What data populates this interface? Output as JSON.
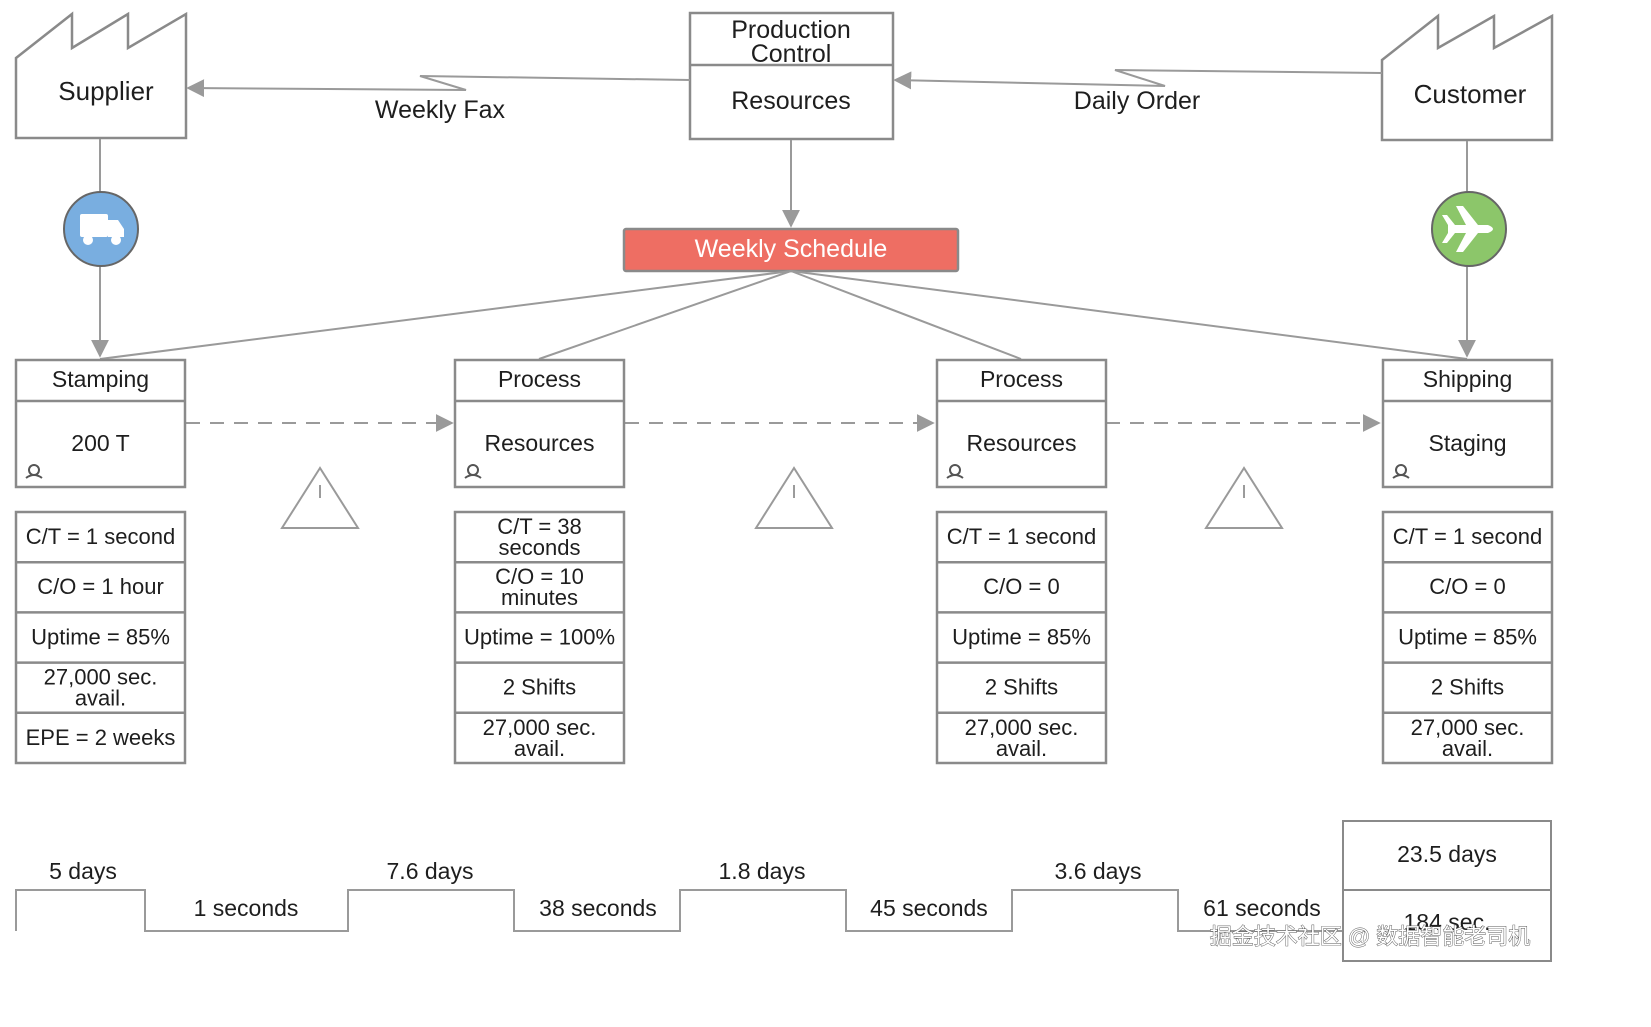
{
  "colors": {
    "schedule_fill": "#ee6e63",
    "truck_circle": "#79aee0",
    "plane_circle": "#8cc66a",
    "stroke": "#8a8a8a"
  },
  "entities": {
    "supplier": "Supplier",
    "customer": "Customer",
    "production_control_title": "Production Control",
    "production_control_body": "Resources"
  },
  "flows": {
    "supplier_link": "Weekly Fax",
    "customer_link": "Daily Order"
  },
  "schedule": "Weekly Schedule",
  "icons": {
    "supplier_transport": "truck-icon",
    "customer_transport": "airplane-icon",
    "inventory": "inventory-triangle-icon",
    "operator": "operator-icon",
    "factory": "factory-icon"
  },
  "inventory_symbol": "I",
  "processes": [
    {
      "title": "Stamping",
      "body": "200 T",
      "data": [
        "C/T = 1 second",
        "C/O = 1 hour",
        "Uptime = 85%",
        "27,000 sec. avail.",
        "EPE = 2 weeks"
      ]
    },
    {
      "title": "Process",
      "body": "Resources",
      "data": [
        "C/T = 38 seconds",
        "C/O = 10 minutes",
        "Uptime = 100%",
        "2 Shifts",
        "27,000 sec. avail."
      ]
    },
    {
      "title": "Process",
      "body": "Resources",
      "data": [
        "C/T = 1 second",
        "C/O = 0",
        "Uptime = 85%",
        "2 Shifts",
        "27,000 sec. avail."
      ]
    },
    {
      "title": "Shipping",
      "body": "Staging",
      "data": [
        "C/T = 1 second",
        "C/O = 0",
        "Uptime = 85%",
        "2 Shifts",
        "27,000 sec. avail."
      ]
    }
  ],
  "timeline": {
    "waits": [
      "5 days",
      "7.6 days",
      "1.8 days",
      "3.6 days"
    ],
    "processing": [
      "1 seconds",
      "38 seconds",
      "45 seconds",
      "61 seconds"
    ],
    "total_lead_time": "23.5 days",
    "total_processing": "184 sec."
  },
  "watermark": "掘金技术社区 @ 数据智能老司机"
}
